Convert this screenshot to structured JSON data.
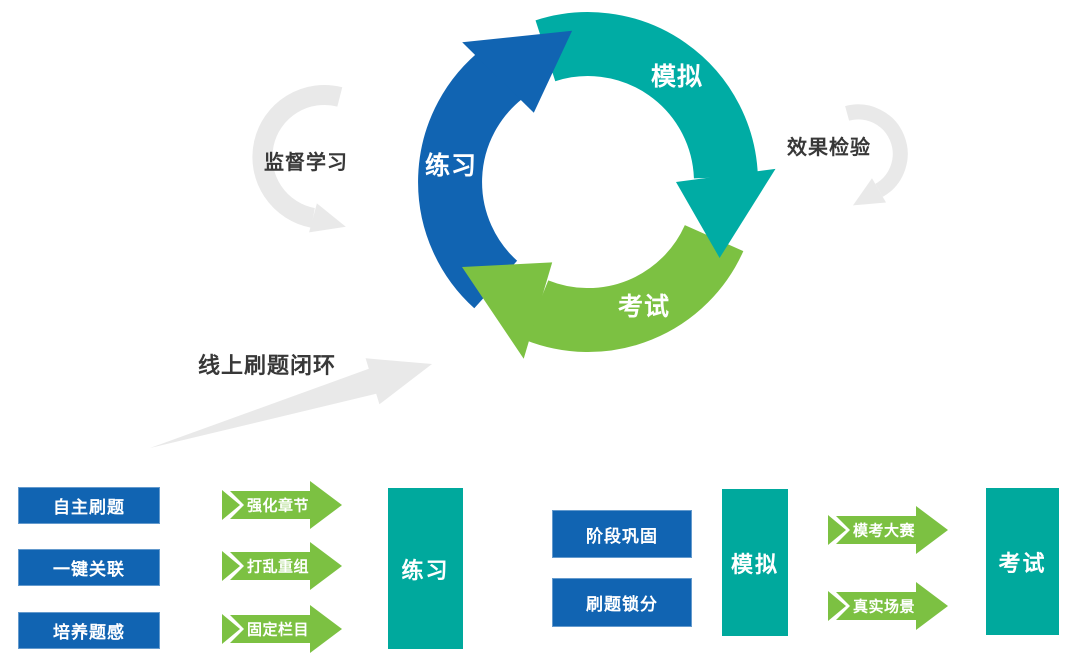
{
  "palette": {
    "blue": "#1164b2",
    "teal_arc": "#00aca4",
    "teal_box": "#00a99d",
    "green": "#7cc142",
    "gray": "#e9e9e9",
    "label_text": "#383838"
  },
  "cycle": {
    "segments": [
      {
        "id": "practice",
        "label": "练习"
      },
      {
        "id": "mock",
        "label": "模拟"
      },
      {
        "id": "exam",
        "label": "考试"
      }
    ],
    "annotations": {
      "left": "监督学习",
      "right": "效果检验",
      "bottom": "线上刷题闭环"
    }
  },
  "practice_flow": {
    "inputs": [
      "自主刷题",
      "一键关联",
      "培养题感"
    ],
    "arrows": [
      "强化章节",
      "打乱重组",
      "固定栏目"
    ],
    "target": "练习"
  },
  "exam_flow": {
    "inputs": [
      "阶段巩固",
      "刷题锁分"
    ],
    "stage": "模拟",
    "arrows": [
      "模考大赛",
      "真实场景"
    ],
    "target": "考试"
  }
}
